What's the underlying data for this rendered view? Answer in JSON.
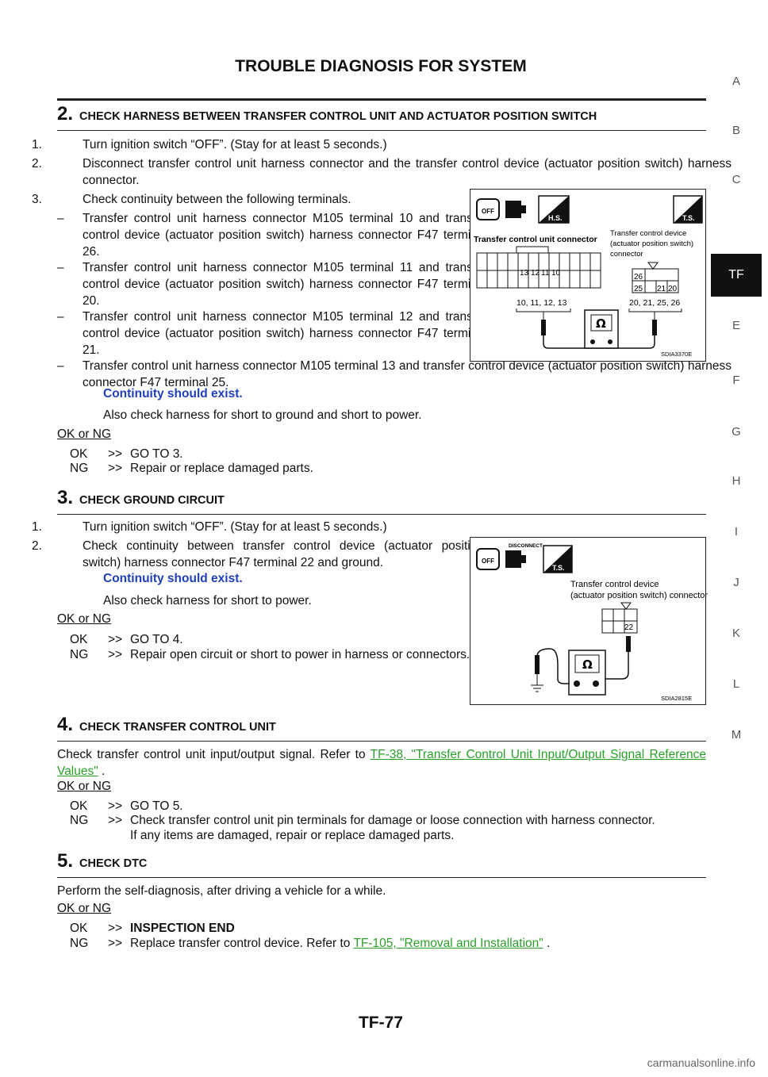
{
  "header": {
    "title": "TROUBLE DIAGNOSIS FOR SYSTEM"
  },
  "sidebar": {
    "letters": [
      "A",
      "B",
      "C",
      "TF",
      "E",
      "F",
      "G",
      "H",
      "I",
      "J",
      "K",
      "L",
      "M"
    ],
    "active": "TF"
  },
  "section2": {
    "num": "2.",
    "title": "CHECK HARNESS BETWEEN TRANSFER CONTROL UNIT AND ACTUATOR POSITION SWITCH",
    "step1_n": "1.",
    "step1": "Turn ignition switch “OFF”. (Stay for at least 5 seconds.)",
    "step2_n": "2.",
    "step2": "Disconnect transfer control unit harness connector and the transfer control device (actuator position switch) harness connector.",
    "step3_n": "3.",
    "step3": "Check continuity between the following terminals.",
    "bullets": [
      "Transfer control unit harness connector M105 terminal 10 and transfer control device (actuator position switch) harness connector F47 terminal 26.",
      "Transfer control unit harness connector M105 terminal 11 and transfer control device (actuator position switch) harness connector F47 terminal 20.",
      "Transfer control unit harness connector M105 terminal 12 and transfer control device (actuator position switch) harness connector F47 terminal 21.",
      "Transfer control unit harness connector M105 terminal 13 and transfer control device (actuator position switch) harness connector F47 terminal 25."
    ],
    "spec": "Continuity should exist.",
    "also": "Also check harness for short to ground and short to power.",
    "okng": "OK or NG",
    "ok_k": "OK",
    "ok_arrow": ">>",
    "ok_v": "GO TO 3.",
    "ng_k": "NG",
    "ng_arrow": ">>",
    "ng_v": "Repair or replace damaged parts.",
    "figure": {
      "label_left": "Transfer control unit connector",
      "label_right_1": "Transfer control device",
      "label_right_2": "(actuator position switch)",
      "label_right_3": "connector",
      "pins_left": [
        "13",
        "12",
        "11",
        "10"
      ],
      "pins_right_top": "26",
      "pins_right_bottom": [
        "25",
        "21",
        "20"
      ],
      "terms_left": "10, 11, 12, 13",
      "terms_right": "20, 21, 25, 26",
      "badge_hs": "H.S.",
      "badge_ts": "T.S.",
      "off": "OFF",
      "omega": "Ω",
      "code": "SDIA3370E"
    }
  },
  "section3": {
    "num": "3.",
    "title": "CHECK GROUND CIRCUIT",
    "step1_n": "1.",
    "step1": "Turn ignition switch “OFF”. (Stay for at least 5 seconds.)",
    "step2_n": "2.",
    "step2": "Check continuity between transfer control device (actuator position switch) harness connector F47 terminal 22 and ground.",
    "spec": "Continuity should exist.",
    "also": "Also check harness for short to power.",
    "okng": "OK or NG",
    "ok_k": "OK",
    "ok_arrow": ">>",
    "ok_v": "GO TO 4.",
    "ng_k": "NG",
    "ng_arrow": ">>",
    "ng_v": "Repair open circuit or short to power in harness or connectors.",
    "figure": {
      "disconnect": "DISCONNECT",
      "badge_ts": "T.S.",
      "off": "OFF",
      "label_1": "Transfer control device",
      "label_2": "(actuator position switch) connector",
      "pin": "22",
      "omega": "Ω",
      "code": "SDIA2815E"
    }
  },
  "section4": {
    "num": "4.",
    "title": "CHECK TRANSFER CONTROL UNIT",
    "text_pre": "Check transfer control unit input/output signal. Refer to ",
    "link": "TF-38, \"Transfer Control Unit Input/Output Signal Reference Values\"",
    "text_post": " .",
    "okng": "OK or NG",
    "ok_k": "OK",
    "ok_arrow": ">>",
    "ok_v": "GO TO 5.",
    "ng_k": "NG",
    "ng_arrow": ">>",
    "ng_v1": "Check transfer control unit pin terminals for damage or loose connection with harness connector.",
    "ng_v2": "If any items are damaged, repair or replace damaged parts."
  },
  "section5": {
    "num": "5.",
    "title": "CHECK DTC",
    "text": "Perform the self-diagnosis, after driving a vehicle for a while.",
    "okng": "OK or NG",
    "ok_k": "OK",
    "ok_arrow": ">>",
    "ok_v": "INSPECTION END",
    "ng_k": "NG",
    "ng_arrow": ">>",
    "ng_pre": "Replace transfer control device. Refer to ",
    "ng_link": "TF-105, \"Removal and Installation\"",
    "ng_post": " ."
  },
  "footer": {
    "page": "TF-77"
  },
  "watermark": "carmanualsonline.info"
}
